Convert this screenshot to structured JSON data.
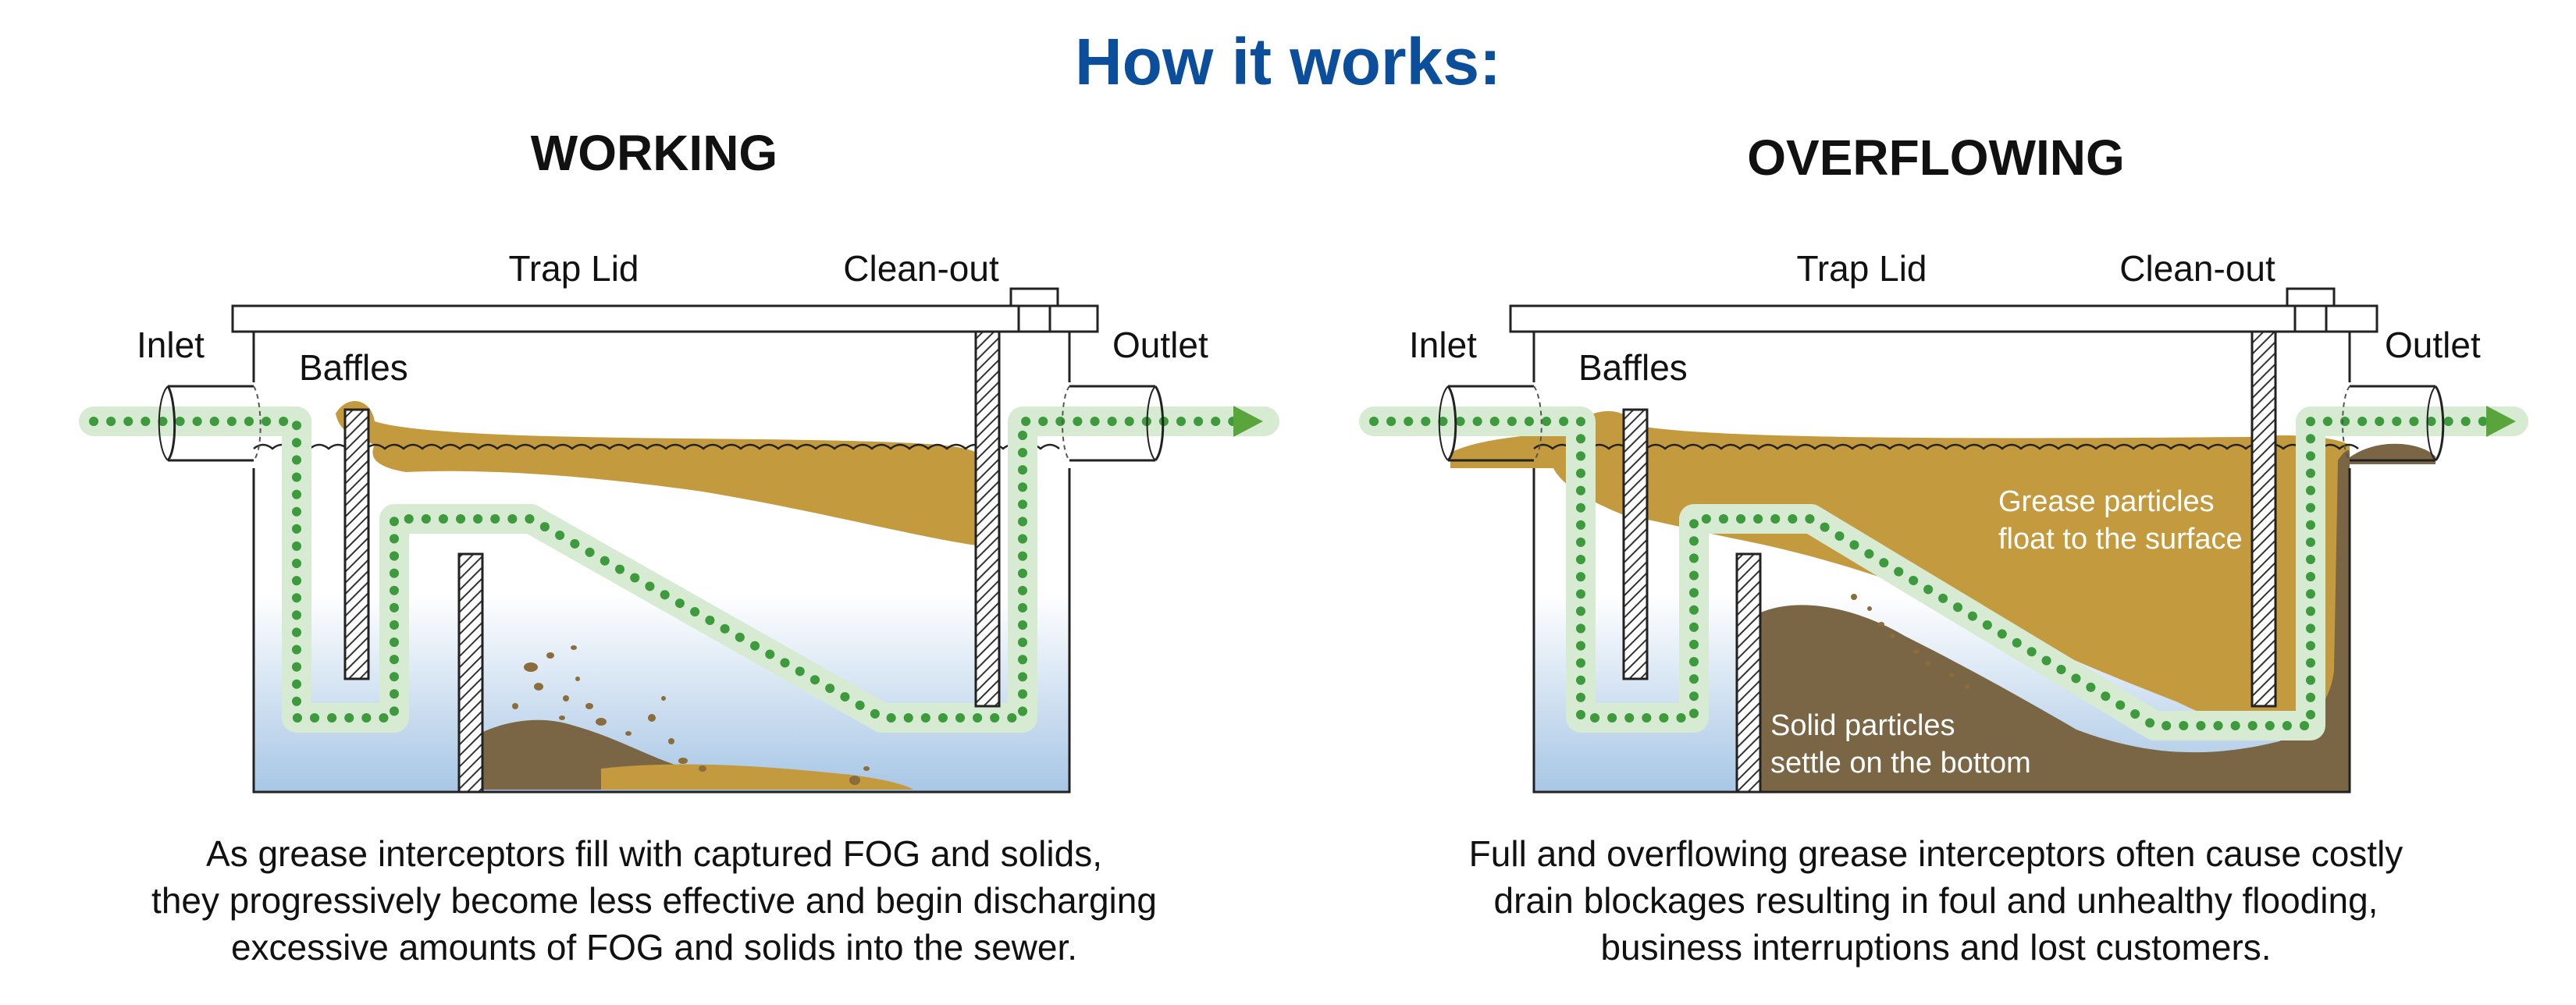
{
  "title": "How it works:",
  "panels": [
    {
      "heading": "WORKING",
      "labels": {
        "trap_lid": "Trap Lid",
        "clean_out": "Clean-out",
        "inlet": "Inlet",
        "outlet": "Outlet",
        "baffles": "Baffles"
      },
      "caption": [
        "As grease interceptors fill with captured FOG and solids,",
        "they progressively become less effective and begin discharging",
        "excessive amounts of FOG and solids into the sewer."
      ]
    },
    {
      "heading": "OVERFLOWING",
      "labels": {
        "trap_lid": "Trap Lid",
        "clean_out": "Clean-out",
        "inlet": "Inlet",
        "outlet": "Outlet",
        "baffles": "Baffles",
        "grease_note_line1": "Grease particles",
        "grease_note_line2": "float to the surface",
        "solids_note_line1": "Solid particles",
        "solids_note_line2": "settle on the bottom"
      },
      "caption": [
        "Full and overflowing grease interceptors often cause costly",
        "drain blockages resulting in foul and unhealthy flooding,",
        "business interruptions and lost customers."
      ]
    }
  ],
  "colors": {
    "title_blue": "#0b4f9c",
    "grease": "#c49a3e",
    "solids": "#7a6644",
    "water_top": "#ffffff",
    "water_bottom": "#a9c8e6",
    "flow_dot": "#3d9a3d",
    "flow_halo": "#d7ead2",
    "arrow": "#5aa43c",
    "outline": "#222222"
  }
}
